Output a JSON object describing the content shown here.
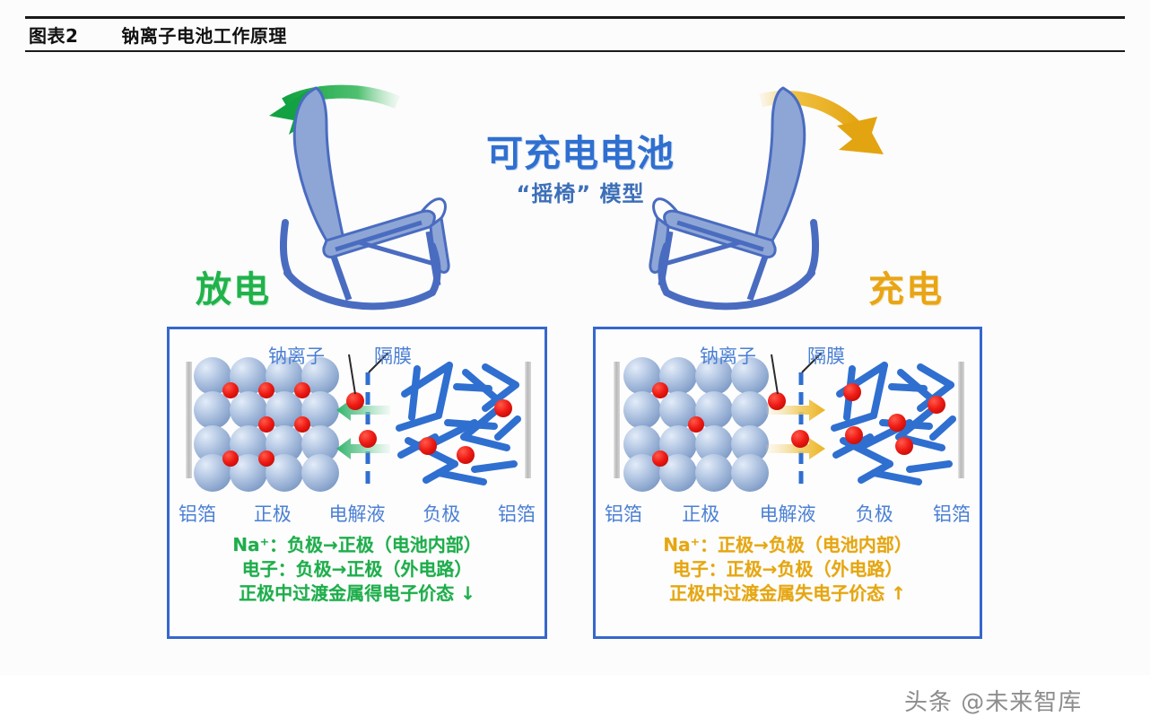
{
  "header": {
    "figure_number": "图表2",
    "title": "钠离子电池工作原理"
  },
  "hero": {
    "title": "可充电电池",
    "subtitle": "“摇椅” 模型",
    "arrow_left_name": "green-curved-arrow-left",
    "arrow_right_name": "amber-curved-arrow-right",
    "chair_left_name": "rocking-chair-tilt-left",
    "chair_right_name": "rocking-chair-tilt-right"
  },
  "modes": {
    "discharge_label": "放电",
    "charge_label": "充电",
    "discharge_color": "#21b24b",
    "charge_color": "#e8a516"
  },
  "panels": [
    {
      "id": "discharge",
      "callouts": {
        "ion": "钠离子",
        "separator": "隔膜"
      },
      "components": [
        "铝箔",
        "正极",
        "电解液",
        "负极",
        "铝箔"
      ],
      "equations": [
        "Na⁺：负极→正极（电池内部）",
        "电子：负极→正极（外电路）",
        "正极中过渡金属得电子价态 ↓"
      ],
      "arrow_direction": "left",
      "arrow_color": "#2fb36a",
      "ion_color": "#ef1a1a",
      "cathode_sphere_color": "#a9c0e0",
      "anode_line_color": "#2f6fd0",
      "separator_color": "#2f6fd0",
      "foil_color": "#bdbdbd",
      "border_color": "#3667cd"
    },
    {
      "id": "charge",
      "callouts": {
        "ion": "钠离子",
        "separator": "隔膜"
      },
      "components": [
        "铝箔",
        "正极",
        "电解液",
        "负极",
        "铝箔"
      ],
      "equations": [
        "Na⁺：正极→负极（电池内部）",
        "电子：正极→负极（外电路）",
        "正极中过渡金属失电子价态 ↑"
      ],
      "arrow_direction": "right",
      "arrow_color": "#edb21f",
      "ion_color": "#ef1a1a",
      "cathode_sphere_color": "#a9c0e0",
      "anode_line_color": "#2f6fd0",
      "separator_color": "#2f6fd0",
      "foil_color": "#bdbdbd",
      "border_color": "#3667cd"
    }
  ],
  "watermark": "头条 @未来智库"
}
